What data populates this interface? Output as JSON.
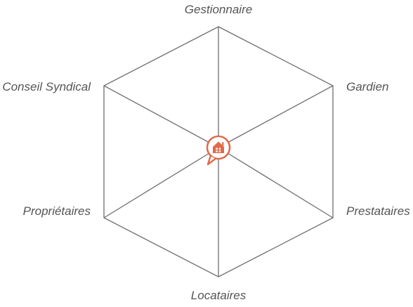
{
  "diagram": {
    "accent_color": "#e06a4a",
    "line_color": "#6e6e6e",
    "center_icon": "house-chat-bubble-icon",
    "nodes": {
      "top": "Gestionnaire",
      "top_right": "Gardien",
      "bottom_right": "Prestataires",
      "bottom": "Locataires",
      "bottom_left": "Propriétaires",
      "top_left": "Conseil Syndical"
    }
  }
}
